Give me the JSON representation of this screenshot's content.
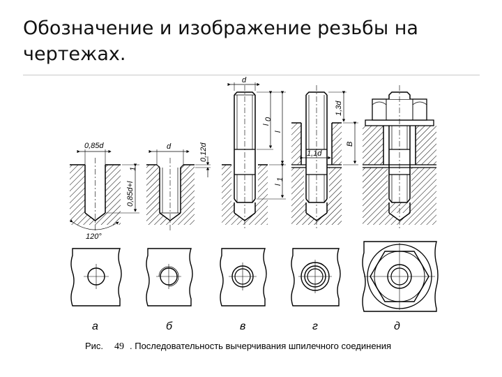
{
  "slide": {
    "title": "Обозначение и изображение резьбы на чертежах."
  },
  "figure": {
    "dimensions": {
      "hole_diameter": "0,85d",
      "depth": "0,85d+l",
      "depth_sub": "1",
      "angle": "120°",
      "thread_d": "d",
      "chamfer": "0,12d",
      "stud_d": "d",
      "l0": "l",
      "l0_sub": "0",
      "l": "l",
      "l1": "l",
      "l1_sub": "1",
      "height_13": "1,3d",
      "width_11": "1,1d",
      "b_dim": "B"
    },
    "panel_letters": [
      "а",
      "б",
      "в",
      "г",
      "д"
    ],
    "caption": {
      "prefix": "Рис.",
      "number": "49",
      "text": ". Последовательность вычерчивания шпилечного соединения"
    }
  }
}
